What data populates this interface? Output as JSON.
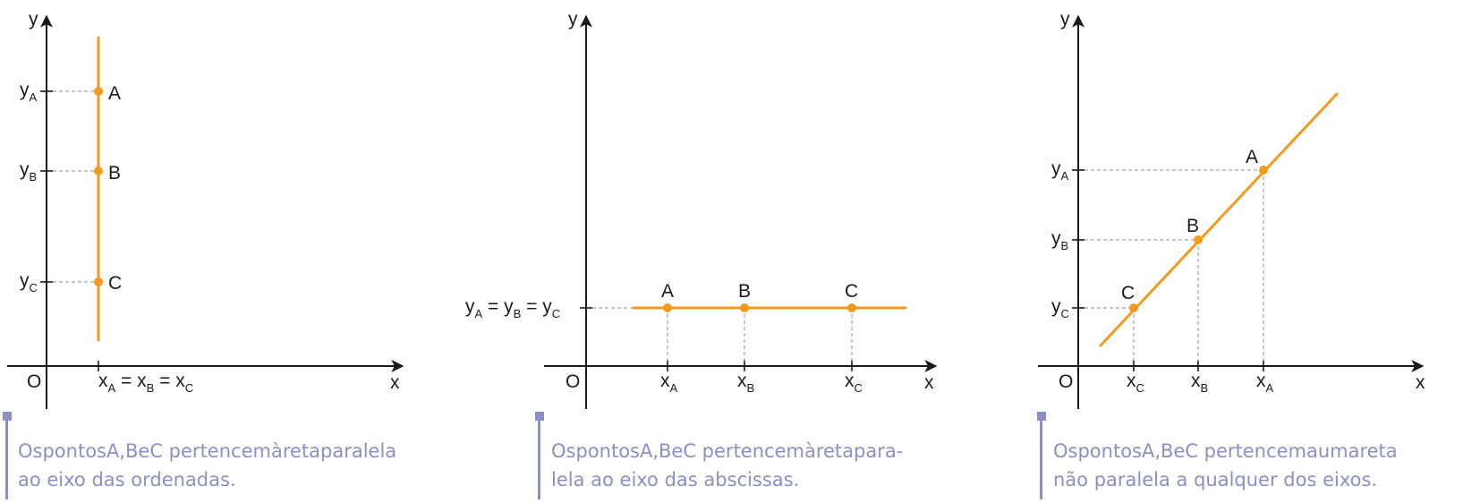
{
  "colors": {
    "line": "#f39a1e",
    "caption": "#8b8fc4",
    "axis": "#1a1a1a",
    "guide": "#8c8c8c"
  },
  "panel1": {
    "y_axis": "y",
    "x_axis": "x",
    "origin": "O",
    "points": {
      "a": "A",
      "b": "B",
      "c": "C"
    },
    "y_label_base": "y",
    "y_sub_a": "A",
    "y_sub_b": "B",
    "y_sub_c": "C",
    "x_eq": {
      "x1": "x",
      "s1": "A",
      "eq1": " = x",
      "s2": "B",
      "eq2": " = x",
      "s3": "C"
    },
    "caption_line1": "OspontosA,BeC pertencemàretaparalela",
    "caption_line2": "ao eixo das ordenadas."
  },
  "panel2": {
    "y_axis": "y",
    "x_axis": "x",
    "origin": "O",
    "points": {
      "a": "A",
      "b": "B",
      "c": "C"
    },
    "y_eq": {
      "y1": "y",
      "s1": "A",
      "eq1": " = y",
      "s2": "B",
      "eq2": " = y",
      "s3": "C"
    },
    "x_label_base": "x",
    "x_sub_a": "A",
    "x_sub_b": "B",
    "x_sub_c": "C",
    "caption_line1": "OspontosA,BeC pertencemàretapara-",
    "caption_line2": "lela ao eixo das abscissas."
  },
  "panel3": {
    "y_axis": "y",
    "x_axis": "x",
    "origin": "O",
    "points": {
      "a": "A",
      "b": "B",
      "c": "C"
    },
    "y_label_base": "y",
    "y_sub_a": "A",
    "y_sub_b": "B",
    "y_sub_c": "C",
    "x_label_base": "x",
    "x_sub_a": "A",
    "x_sub_b": "B",
    "x_sub_c": "C",
    "caption_line1": "OspontosA,BeC pertencemaumareta",
    "caption_line2": "não paralela a qualquer dos eixos."
  }
}
